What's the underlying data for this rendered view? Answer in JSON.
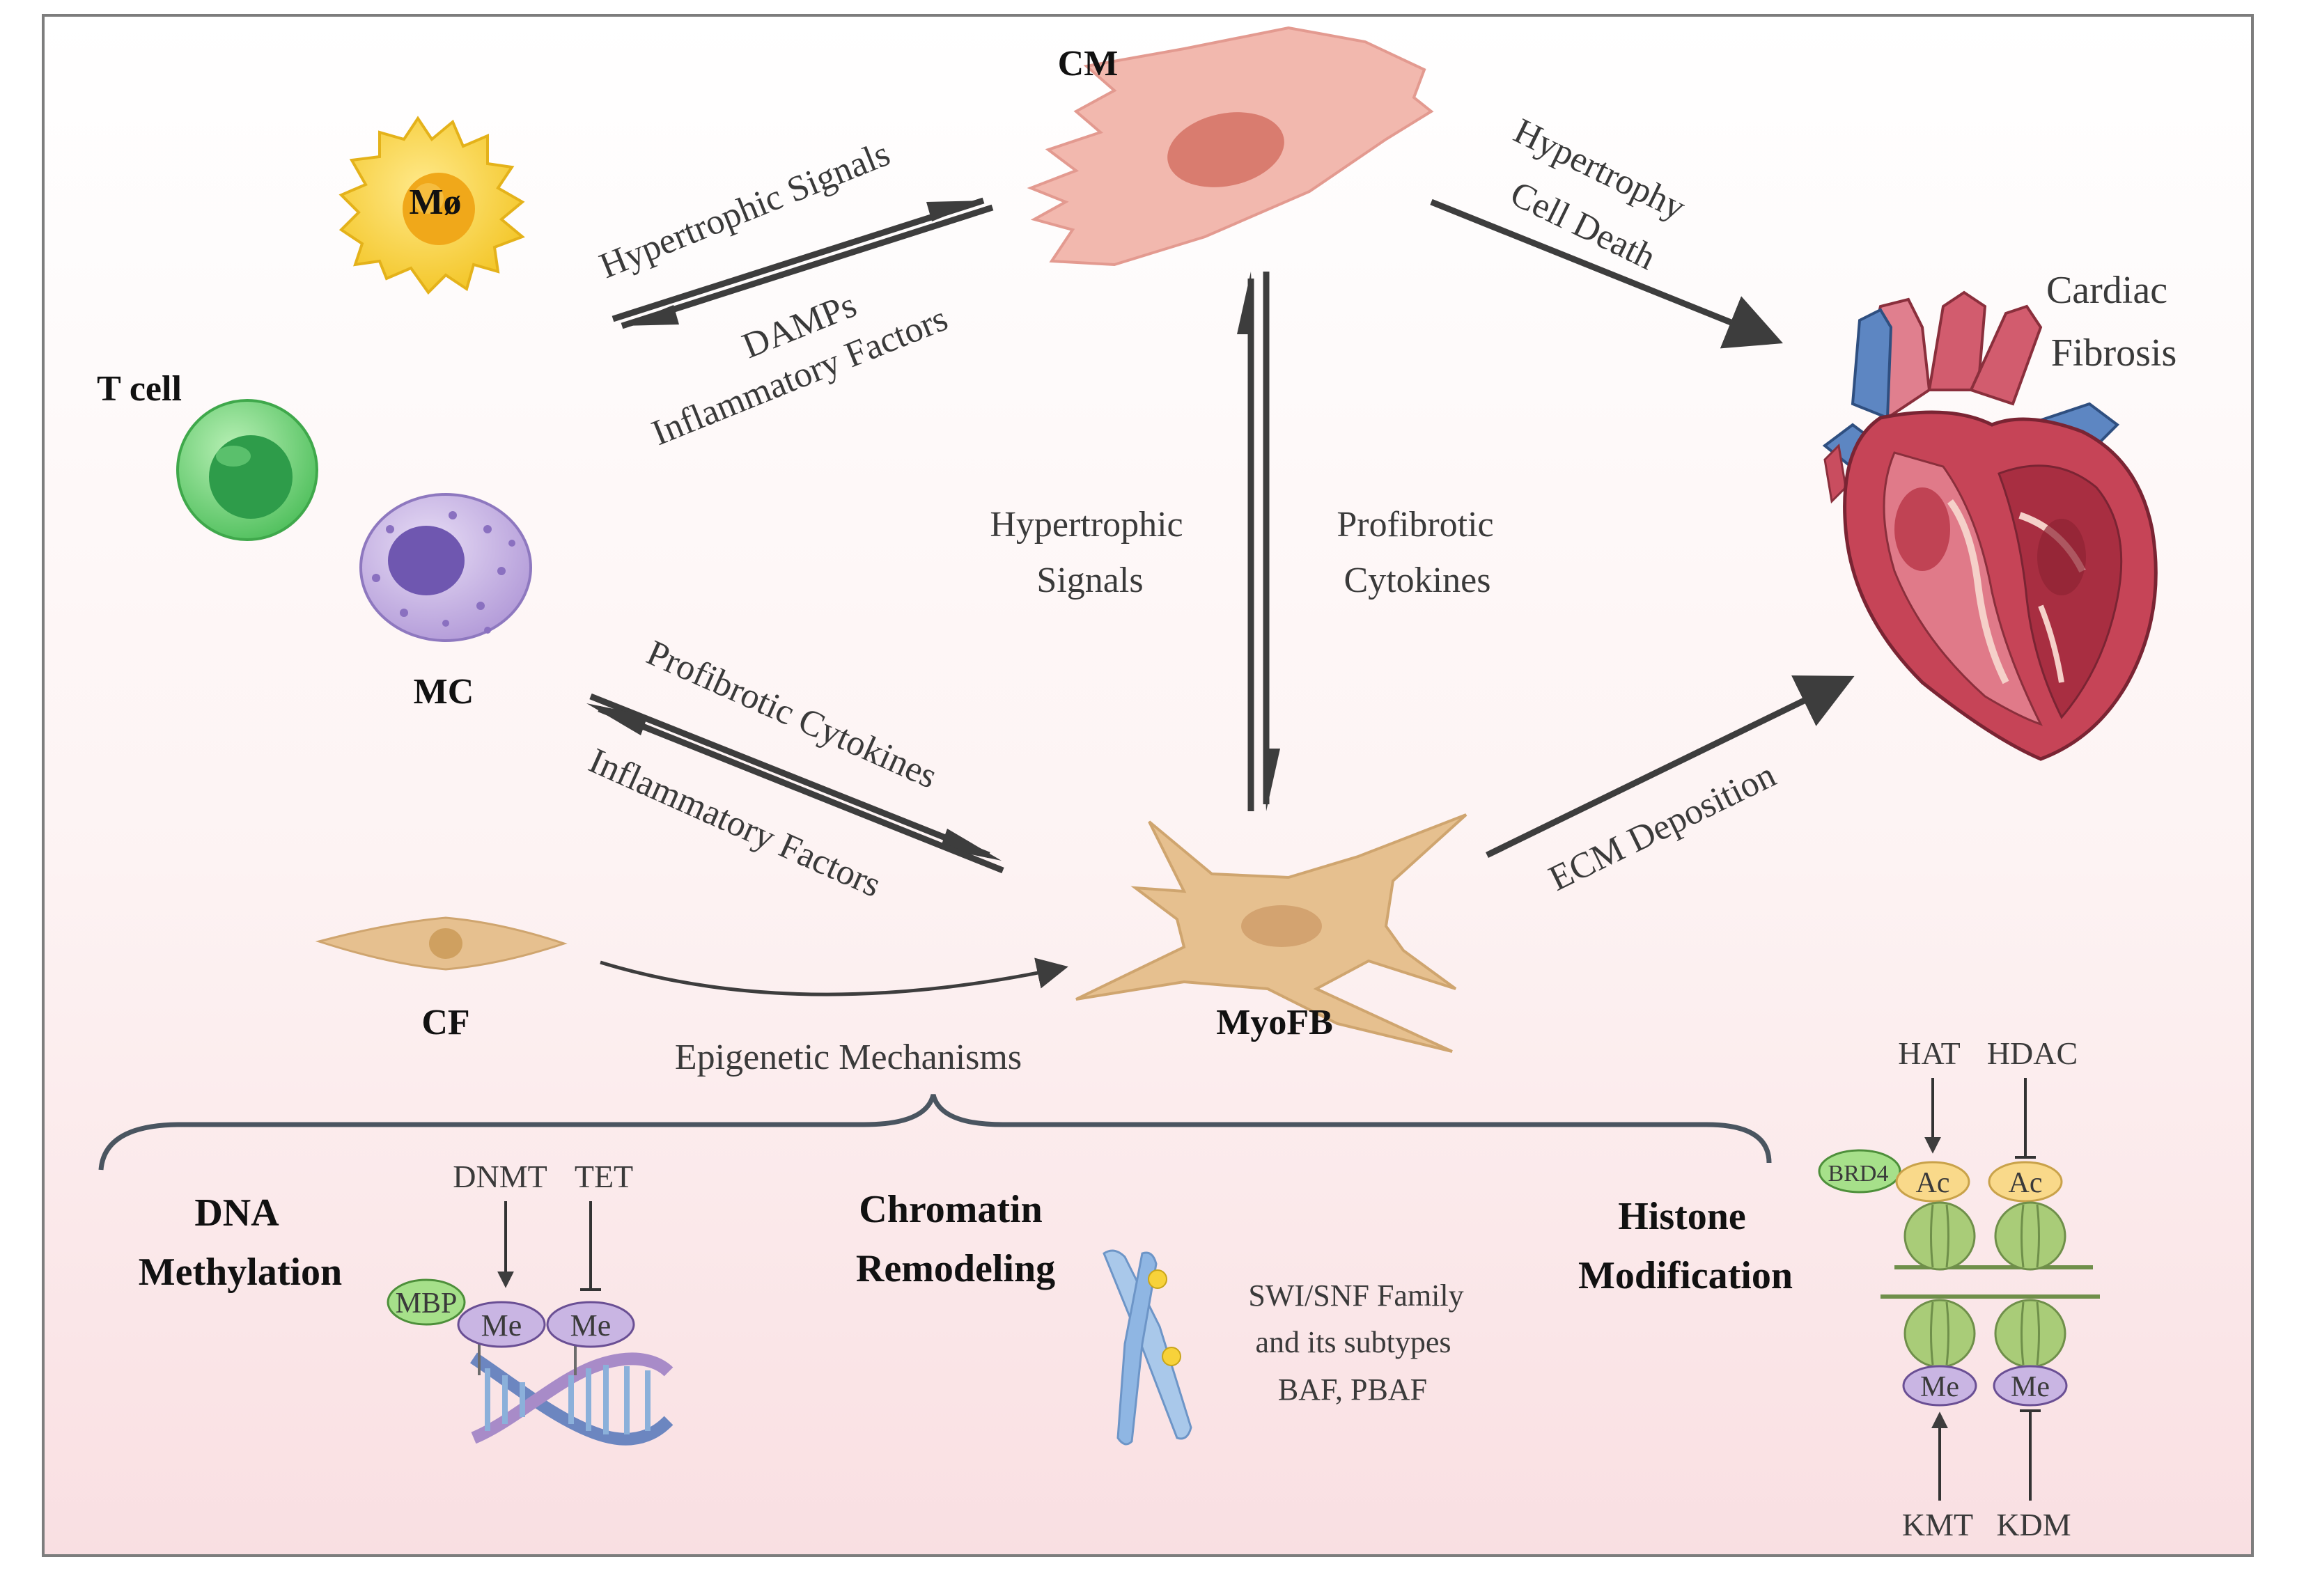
{
  "cells": {
    "cm": "CM",
    "macrophage": "Mø",
    "t_cell": "T cell",
    "mast_cell": "MC",
    "cf": "CF",
    "myofb": "MyoFB"
  },
  "outcome": {
    "line1": "Cardiac",
    "line2": "Fibrosis"
  },
  "arrows": {
    "hypertrophic_signals_top": "Hypertrophic Signals",
    "damps": "DAMPs",
    "inflammatory_factors_top": "Inflammatory Factors",
    "hypertrophy": "Hypertrophy",
    "cell_death": "Cell Death",
    "hypertrophic_mid_1": "Hypertrophic",
    "hypertrophic_mid_2": "Signals",
    "profibrotic_mid_1": "Profibrotic",
    "profibrotic_mid_2": "Cytokines",
    "profibrotic_cytokines": "Profibrotic Cytokines",
    "inflammatory_factors_low": "Inflammatory Factors",
    "ecm_deposition": "ECM Deposition",
    "epigenetic": "Epigenetic Mechanisms"
  },
  "dna_methylation": {
    "title1": "DNA",
    "title2": "Methylation",
    "dnmt": "DNMT",
    "tet": "TET",
    "mbp": "MBP",
    "me1": "Me",
    "me2": "Me"
  },
  "chromatin": {
    "title1": "Chromatin",
    "title2": "Remodeling",
    "line1": "SWI/SNF Family",
    "line2": "and its subtypes",
    "line3": "BAF, PBAF"
  },
  "histone": {
    "title1": "Histone",
    "title2": "Modification",
    "hat": "HAT",
    "hdac": "HDAC",
    "brd4": "BRD4",
    "ac1": "Ac",
    "ac2": "Ac",
    "me1": "Me",
    "me2": "Me",
    "kmt": "KMT",
    "kdm": "KDM"
  },
  "colors": {
    "arrow": "#3d3d3d",
    "cardiomyocyte": "#f2b8ae",
    "fibroblast": "#e6c08f",
    "macrophage": "#f7cf3a",
    "t_cell": "#63c96a",
    "mast_cell": "#a68ed0",
    "methyl": "#c9b5e3",
    "acetyl": "#f9d98a",
    "nucleosome": "#a9cc78"
  }
}
